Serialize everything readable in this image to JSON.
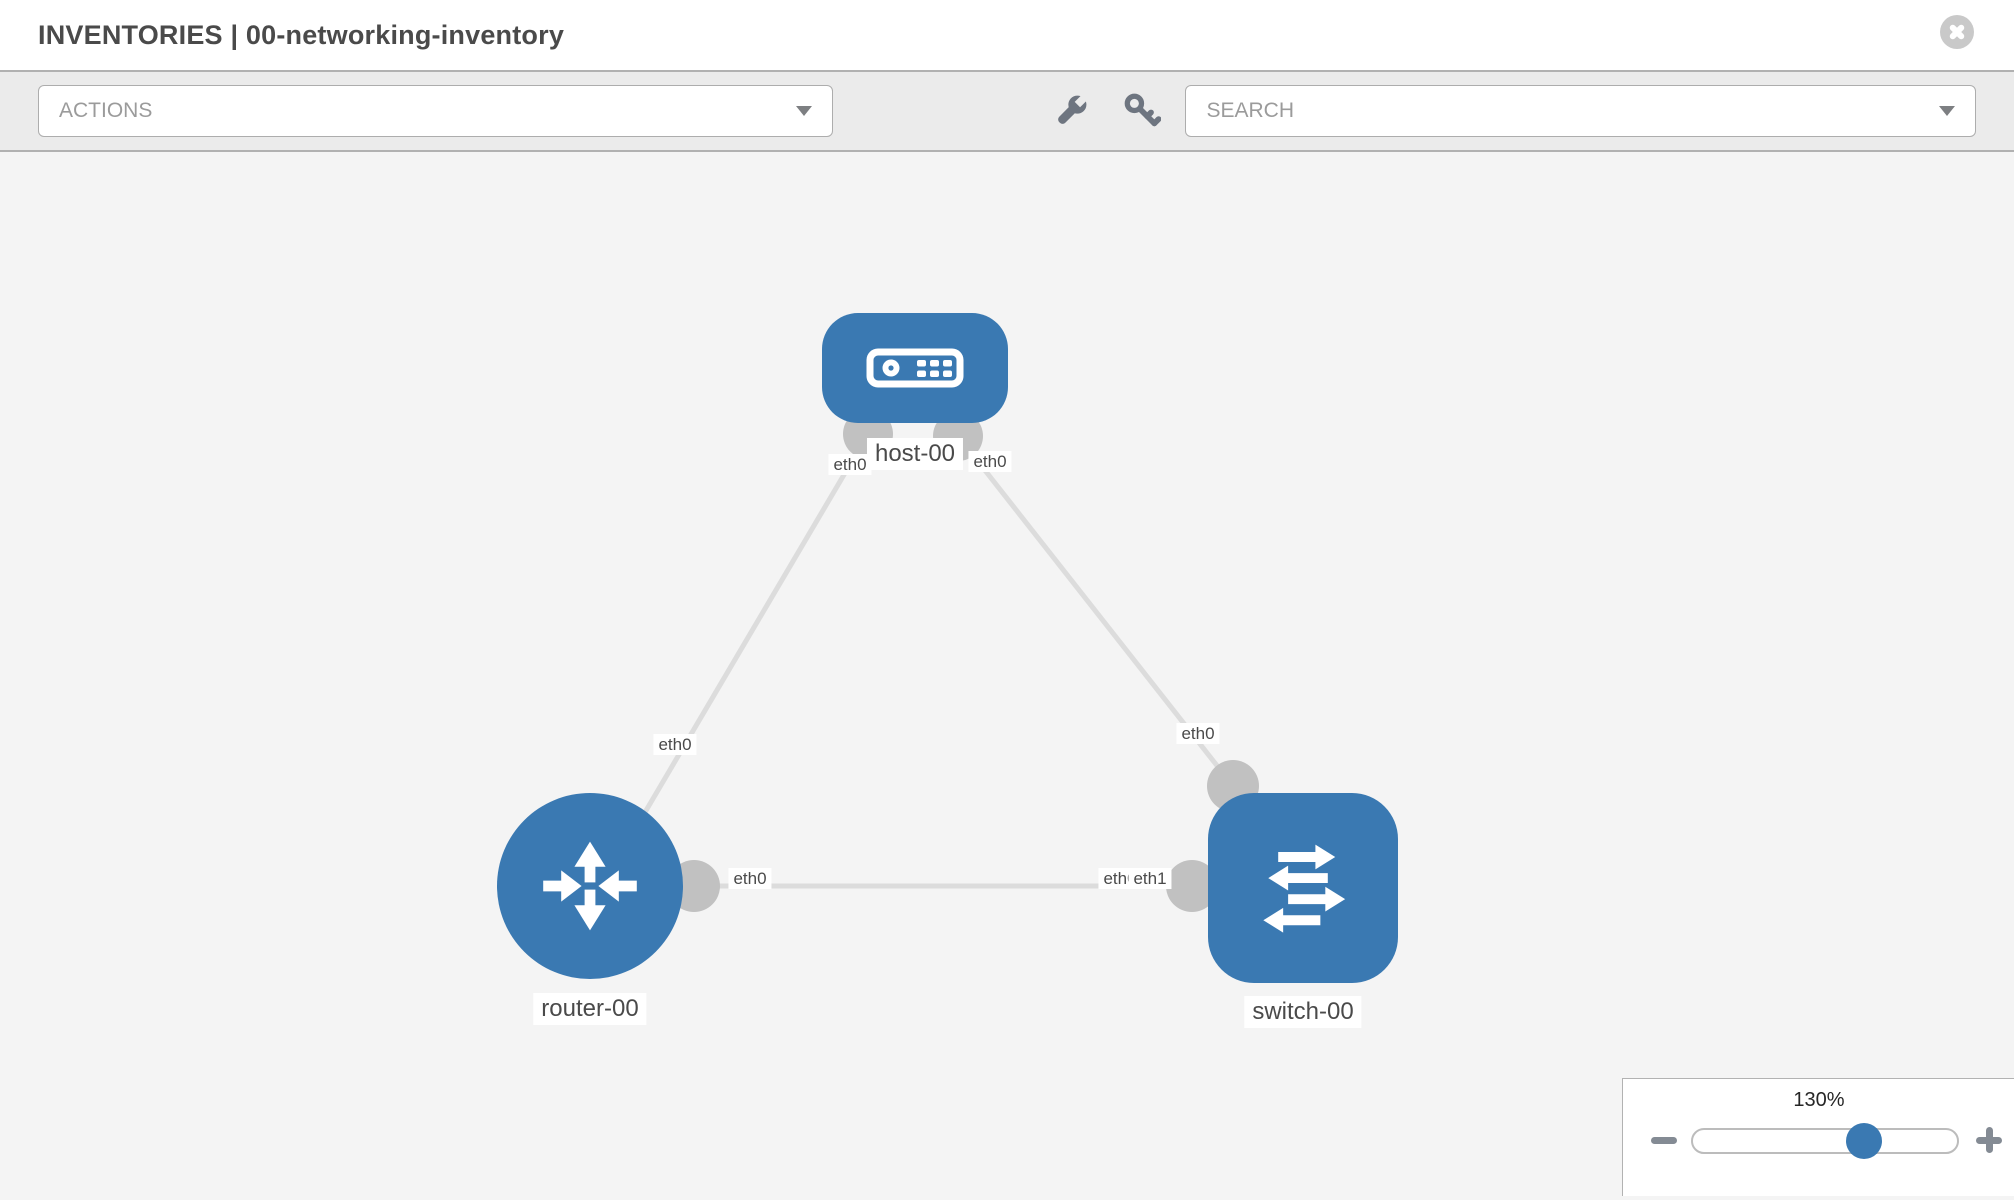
{
  "header": {
    "title": "INVENTORIES | 00-networking-inventory",
    "close_icon": "close-icon"
  },
  "toolbar": {
    "actions_label": "ACTIONS",
    "search_label": "SEARCH",
    "icons": [
      "wrench-icon",
      "key-icon"
    ]
  },
  "topology": {
    "nodes": [
      {
        "id": "host-00",
        "type": "host",
        "label": "host-00"
      },
      {
        "id": "router-00",
        "type": "router",
        "label": "router-00"
      },
      {
        "id": "switch-00",
        "type": "switch",
        "label": "switch-00"
      }
    ],
    "links": [
      {
        "from": "host-00",
        "from_if": "eth0",
        "to": "router-00",
        "to_if": "eth0"
      },
      {
        "from": "host-00",
        "from_if": "eth0",
        "to": "switch-00",
        "to_if": "eth0"
      },
      {
        "from": "router-00",
        "from_if": "eth0",
        "to": "switch-00",
        "to_if": "eth1"
      }
    ],
    "iflabels": {
      "host_left": "eth0",
      "host_right": "eth0",
      "router_top": "eth0",
      "switch_top": "eth0",
      "link_left": "eth0",
      "link_right_under": "eth0",
      "link_right_over": "eth1"
    }
  },
  "zoom_control": {
    "level": "130%",
    "percent": 130,
    "minus_icon": "minus-icon",
    "plus_icon": "plus-icon"
  },
  "colors": {
    "node_blue": "#3a79b2",
    "connector_gray": "#c1c1c1",
    "link_gray": "#dcdcdc",
    "toolbar_bg": "#ebebeb",
    "canvas_bg": "#f4f4f4",
    "border_gray": "#b1b1b1",
    "label_text": "#4a4a4a"
  }
}
